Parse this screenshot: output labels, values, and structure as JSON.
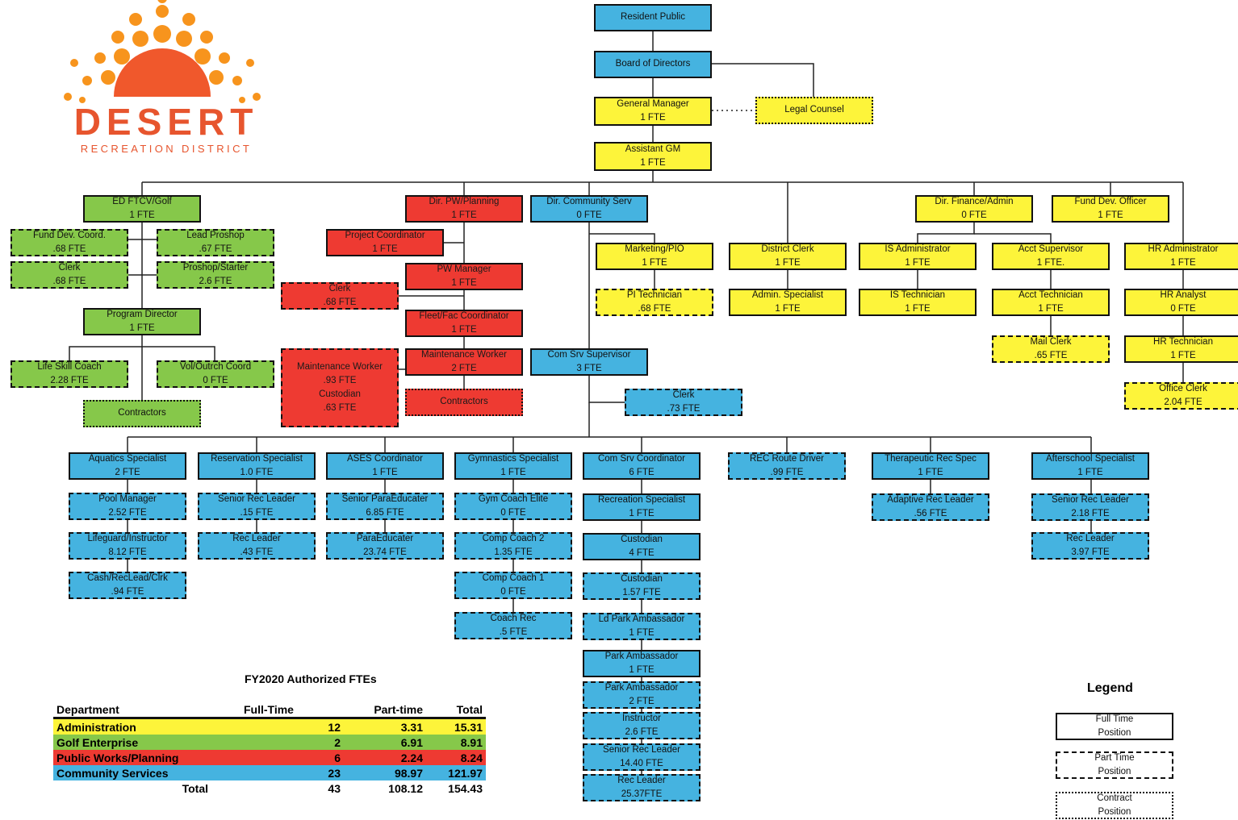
{
  "logo": {
    "name": "DESERT",
    "subtitle": "RECREATION DISTRICT"
  },
  "boxes": [
    {
      "id": "resident",
      "l": [
        "Resident Public"
      ],
      "c": "b",
      "s": "full"
    },
    {
      "id": "board",
      "l": [
        "Board of Directors"
      ],
      "c": "b",
      "s": "full"
    },
    {
      "id": "gm",
      "l": [
        "General Manager",
        "1 FTE"
      ],
      "c": "y",
      "s": "full"
    },
    {
      "id": "legal",
      "l": [
        "Legal Counsel"
      ],
      "c": "y",
      "s": "contract"
    },
    {
      "id": "agm",
      "l": [
        "Assistant GM",
        "1 FTE"
      ],
      "c": "y",
      "s": "full"
    },
    {
      "id": "edftcv",
      "l": [
        "ED FTCV/Golf",
        "1 FTE"
      ],
      "c": "g",
      "s": "full"
    },
    {
      "id": "funddevcoord",
      "l": [
        "Fund Dev. Coord.",
        ".68 FTE"
      ],
      "c": "g",
      "s": "part"
    },
    {
      "id": "leadproshop",
      "l": [
        "Lead Proshop",
        ".67 FTE"
      ],
      "c": "g",
      "s": "part"
    },
    {
      "id": "clerkg",
      "l": [
        "Clerk",
        ".68 FTE"
      ],
      "c": "g",
      "s": "part"
    },
    {
      "id": "proshop",
      "l": [
        "Proshop/Starter",
        "2.6 FTE"
      ],
      "c": "g",
      "s": "part"
    },
    {
      "id": "progdir",
      "l": [
        "Program Director",
        "1 FTE"
      ],
      "c": "g",
      "s": "full"
    },
    {
      "id": "lifeskill",
      "l": [
        "Life Skill Coach",
        "2.28 FTE"
      ],
      "c": "g",
      "s": "part"
    },
    {
      "id": "volout",
      "l": [
        "Vol/Outrch Coord",
        "0 FTE"
      ],
      "c": "g",
      "s": "part"
    },
    {
      "id": "contractg",
      "l": [
        "Contractors"
      ],
      "c": "g",
      "s": "contract"
    },
    {
      "id": "dirpw",
      "l": [
        "Dir. PW/Planning",
        "1 FTE"
      ],
      "c": "r",
      "s": "full"
    },
    {
      "id": "projcoord",
      "l": [
        "Project Coordinator",
        "1 FTE"
      ],
      "c": "r",
      "s": "full"
    },
    {
      "id": "pwmgr",
      "l": [
        "PW Manager",
        "1 FTE"
      ],
      "c": "r",
      "s": "full"
    },
    {
      "id": "clerkr",
      "l": [
        "Clerk",
        ".68 FTE"
      ],
      "c": "r",
      "s": "part"
    },
    {
      "id": "fleet",
      "l": [
        "Fleet/Fac Coordinator",
        "1 FTE"
      ],
      "c": "r",
      "s": "full"
    },
    {
      "id": "maintpt",
      "l": [
        "Maintenance Worker",
        ".93 FTE",
        "Custodian",
        ".63 FTE"
      ],
      "c": "r",
      "s": "part"
    },
    {
      "id": "maintft",
      "l": [
        "Maintenance Worker",
        "2 FTE"
      ],
      "c": "r",
      "s": "full"
    },
    {
      "id": "contractr",
      "l": [
        "Contractors"
      ],
      "c": "r",
      "s": "contract"
    },
    {
      "id": "dircomm",
      "l": [
        "Dir. Community Serv",
        "0 FTE"
      ],
      "c": "b",
      "s": "full"
    },
    {
      "id": "marketing",
      "l": [
        "Marketing/PIO",
        "1 FTE"
      ],
      "c": "y",
      "s": "full"
    },
    {
      "id": "pitech",
      "l": [
        "PI Technician",
        ".68 FTE"
      ],
      "c": "y",
      "s": "part"
    },
    {
      "id": "distclerk",
      "l": [
        "District Clerk",
        "1 FTE"
      ],
      "c": "y",
      "s": "full"
    },
    {
      "id": "adminspec",
      "l": [
        "Admin. Specialist",
        "1 FTE"
      ],
      "c": "y",
      "s": "full"
    },
    {
      "id": "dirfin",
      "l": [
        "Dir. Finance/Admin",
        "0 FTE"
      ],
      "c": "y",
      "s": "full"
    },
    {
      "id": "isadmin",
      "l": [
        "IS Administrator",
        "1 FTE"
      ],
      "c": "y",
      "s": "full"
    },
    {
      "id": "istech",
      "l": [
        "IS Technician",
        "1 FTE"
      ],
      "c": "y",
      "s": "full"
    },
    {
      "id": "acctsup",
      "l": [
        "Acct Supervisor",
        "1 FTE."
      ],
      "c": "y",
      "s": "full"
    },
    {
      "id": "accttech",
      "l": [
        "Acct Technician",
        "1 FTE"
      ],
      "c": "y",
      "s": "full"
    },
    {
      "id": "mailclerk",
      "l": [
        "Mail Clerk",
        ".65 FTE"
      ],
      "c": "y",
      "s": "part"
    },
    {
      "id": "funddevofficer",
      "l": [
        "Fund Dev. Officer",
        "1 FTE"
      ],
      "c": "y",
      "s": "full"
    },
    {
      "id": "hradmin",
      "l": [
        "HR Administrator",
        "1 FTE"
      ],
      "c": "y",
      "s": "full"
    },
    {
      "id": "hranalyst",
      "l": [
        "HR Analyst",
        "0 FTE"
      ],
      "c": "y",
      "s": "full"
    },
    {
      "id": "hrtech",
      "l": [
        "HR Technician",
        "1 FTE"
      ],
      "c": "y",
      "s": "full"
    },
    {
      "id": "officeclerk",
      "l": [
        "Office Clerk",
        "2.04 FTE"
      ],
      "c": "y",
      "s": "part"
    },
    {
      "id": "comsrvsup",
      "l": [
        "Com Srv Supervisor",
        "3 FTE"
      ],
      "c": "b",
      "s": "full"
    },
    {
      "id": "clerkb",
      "l": [
        "Clerk",
        ".73 FTE"
      ],
      "c": "b",
      "s": "part"
    },
    {
      "id": "aquatics",
      "l": [
        "Aquatics Specialist",
        "2 FTE"
      ],
      "c": "b",
      "s": "full"
    },
    {
      "id": "poolmgr",
      "l": [
        "Pool Manager",
        "2.52 FTE"
      ],
      "c": "b",
      "s": "part"
    },
    {
      "id": "lifeguard",
      "l": [
        "Lifeguard/Instructor",
        "8.12 FTE"
      ],
      "c": "b",
      "s": "part"
    },
    {
      "id": "cash",
      "l": [
        "Cash/RecLead/Clrk",
        ".94 FTE"
      ],
      "c": "b",
      "s": "part"
    },
    {
      "id": "reservation",
      "l": [
        "Reservation Specialist",
        "1.0 FTE"
      ],
      "c": "b",
      "s": "full"
    },
    {
      "id": "srrecleader1",
      "l": [
        "Senior Rec Leader",
        ".15 FTE"
      ],
      "c": "b",
      "s": "part"
    },
    {
      "id": "recleader1",
      "l": [
        "Rec Leader",
        ".43 FTE"
      ],
      "c": "b",
      "s": "part"
    },
    {
      "id": "ases",
      "l": [
        "ASES Coordinator",
        "1 FTE"
      ],
      "c": "b",
      "s": "full"
    },
    {
      "id": "srpara",
      "l": [
        "Senior ParaEducater",
        "6.85 FTE"
      ],
      "c": "b",
      "s": "part"
    },
    {
      "id": "para",
      "l": [
        "ParaEducater",
        "23.74 FTE"
      ],
      "c": "b",
      "s": "part"
    },
    {
      "id": "gymspec",
      "l": [
        "Gymnastics Specialist",
        "1 FTE"
      ],
      "c": "b",
      "s": "full"
    },
    {
      "id": "gymcoach",
      "l": [
        "Gym Coach Elite",
        "0 FTE"
      ],
      "c": "b",
      "s": "part"
    },
    {
      "id": "compcoach2",
      "l": [
        "Comp Coach 2",
        "1.35 FTE"
      ],
      "c": "b",
      "s": "part"
    },
    {
      "id": "compcoach1",
      "l": [
        "Comp Coach 1",
        "0 FTE"
      ],
      "c": "b",
      "s": "part"
    },
    {
      "id": "coachrec",
      "l": [
        "Coach Rec",
        ".5 FTE"
      ],
      "c": "b",
      "s": "part"
    },
    {
      "id": "comsrvcoord",
      "l": [
        "Com Srv Coordinator",
        "6 FTE"
      ],
      "c": "b",
      "s": "full"
    },
    {
      "id": "recspec",
      "l": [
        "Recreation Specialist",
        "1 FTE"
      ],
      "c": "b",
      "s": "full"
    },
    {
      "id": "custodian1",
      "l": [
        "Custodian",
        "4 FTE"
      ],
      "c": "b",
      "s": "full"
    },
    {
      "id": "custodian2",
      "l": [
        "Custodian",
        "1.57 FTE"
      ],
      "c": "b",
      "s": "part"
    },
    {
      "id": "ldpark",
      "l": [
        "Ld Park Ambassador",
        "1 FTE"
      ],
      "c": "b",
      "s": "part"
    },
    {
      "id": "parkamb1",
      "l": [
        "Park Ambassador",
        "1 FTE"
      ],
      "c": "b",
      "s": "full"
    },
    {
      "id": "parkamb2",
      "l": [
        "Park Ambassador",
        "2 FTE"
      ],
      "c": "b",
      "s": "part"
    },
    {
      "id": "instructor",
      "l": [
        "Instructor",
        "2.6 FTE"
      ],
      "c": "b",
      "s": "part"
    },
    {
      "id": "srrecleader2",
      "l": [
        "Senior Rec Leader",
        "14.40 FTE"
      ],
      "c": "b",
      "s": "part"
    },
    {
      "id": "recleader2",
      "l": [
        "Rec Leader",
        "25.37FTE"
      ],
      "c": "b",
      "s": "part"
    },
    {
      "id": "recroute",
      "l": [
        "REC Route Driver",
        ".99 FTE"
      ],
      "c": "b",
      "s": "part"
    },
    {
      "id": "therapeutic",
      "l": [
        "Therapeutic Rec Spec",
        "1 FTE"
      ],
      "c": "b",
      "s": "full"
    },
    {
      "id": "adaptive",
      "l": [
        "Adaptive Rec Leader",
        ".56 FTE"
      ],
      "c": "b",
      "s": "part"
    },
    {
      "id": "afterschool",
      "l": [
        "Afterschool Specialist",
        "1 FTE"
      ],
      "c": "b",
      "s": "full"
    },
    {
      "id": "srrecleader3",
      "l": [
        "Senior Rec Leader",
        "2.18 FTE"
      ],
      "c": "b",
      "s": "part"
    },
    {
      "id": "recleader3",
      "l": [
        "Rec Leader",
        "3.97 FTE"
      ],
      "c": "b",
      "s": "part"
    },
    {
      "id": "legfull",
      "l": [
        "Full Time",
        "Position"
      ],
      "c": "w",
      "s": "full"
    },
    {
      "id": "legpart",
      "l": [
        "Part Time",
        "Position"
      ],
      "c": "w",
      "s": "part"
    },
    {
      "id": "legcontract",
      "l": [
        "Contract",
        "Position"
      ],
      "c": "w",
      "s": "contract"
    }
  ],
  "fte_table": {
    "title": "FY2020 Authorized FTEs",
    "headers": [
      "Department",
      "Full-Time",
      "Part-time",
      "Total"
    ],
    "rows": [
      {
        "dept": "Administration",
        "full": "12",
        "part": "3.31",
        "total": "15.31",
        "color": "#fdf43a"
      },
      {
        "dept": "Golf Enterprise",
        "full": "2",
        "part": "6.91",
        "total": "8.91",
        "color": "#86c84a"
      },
      {
        "dept": "Public Works/Planning",
        "full": "6",
        "part": "2.24",
        "total": "8.24",
        "color": "#ee3a32"
      },
      {
        "dept": "Community Services",
        "full": "23",
        "part": "98.97",
        "total": "121.97",
        "color": "#45b3e0"
      }
    ],
    "total": {
      "label": "Total",
      "full": "43",
      "part": "108.12",
      "total": "154.43"
    }
  },
  "legend": {
    "title": "Legend"
  },
  "colors": {
    "admin": "#fdf43a",
    "golf": "#86c84a",
    "public_works": "#ee3a32",
    "community": "#45b3e0",
    "logo": "#e7552e"
  }
}
